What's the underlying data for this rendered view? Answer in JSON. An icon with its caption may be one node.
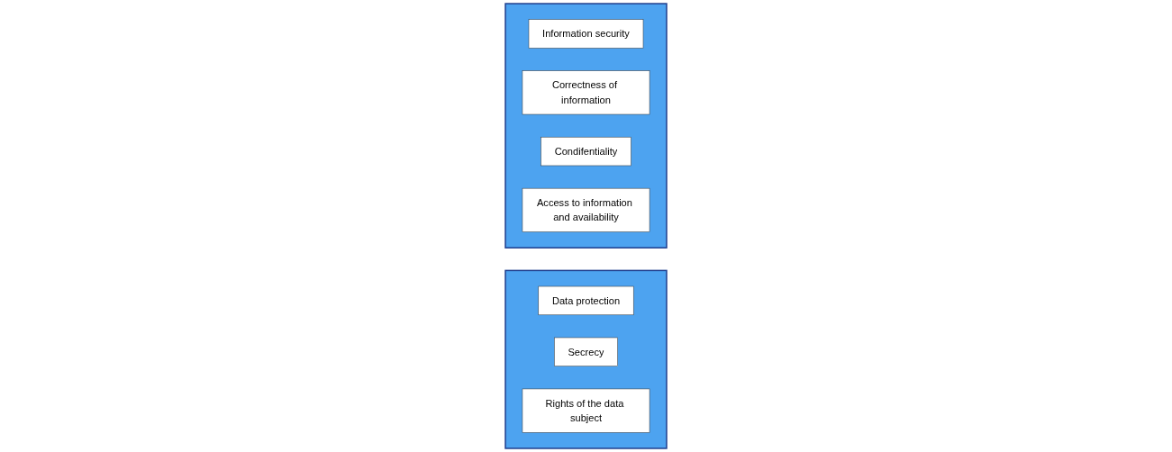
{
  "diagram": {
    "nodes": [
      {
        "text": [],
        "shape": "box"
      },
      {
        "text": [
          "Data protection"
        ],
        "in": 0
      },
      {
        "text": [
          "Secrecy"
        ],
        "in": 0
      },
      {
        "text": [
          "Rights of the data subject"
        ],
        "in": 0
      },
      {
        "text": [],
        "shape": "box"
      },
      {
        "text": [
          "Information security"
        ],
        "in": 4
      },
      {
        "text": [
          "Correctness of information"
        ],
        "in": 4
      },
      {
        "text": [
          "Condifentiality"
        ],
        "in": 4
      },
      {
        "text": [
          "Access to information and availability"
        ],
        "in": 4
      }
    ],
    "edges": []
  }
}
